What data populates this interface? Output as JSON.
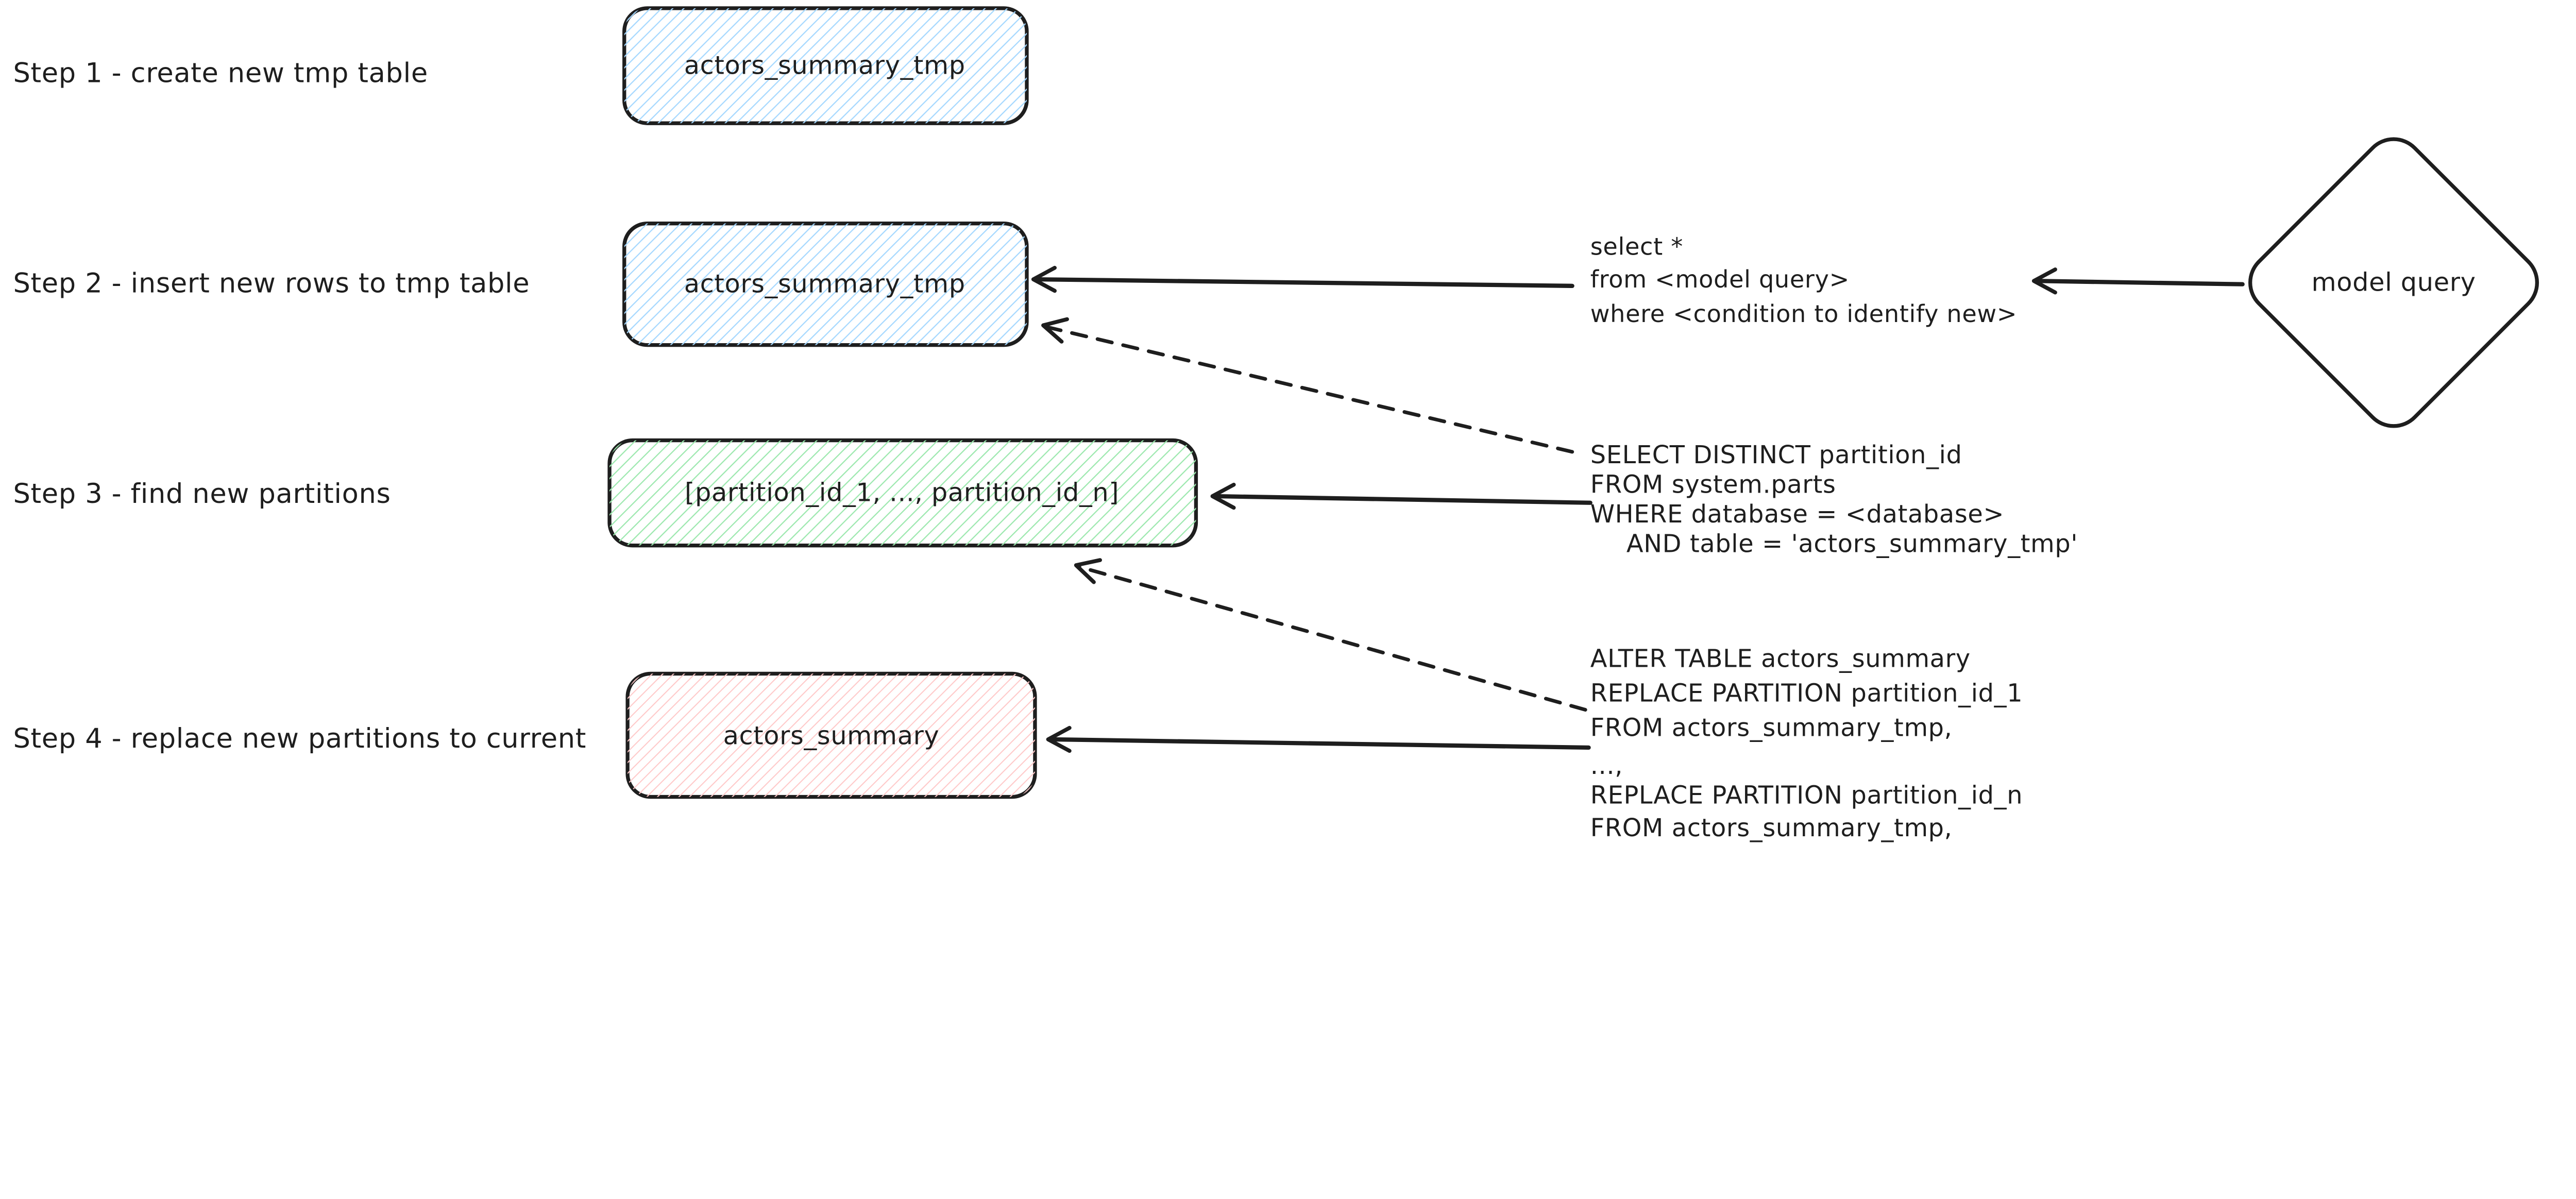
{
  "colors": {
    "stroke": "#1e1e1e",
    "blue_hatch": "#a5d8ff",
    "green_hatch": "#9ce8ae",
    "pink_hatch": "#ffc9c9",
    "background": "#ffffff"
  },
  "steps": [
    {
      "label": "Step 1 - create new tmp table",
      "box_label": "actors_summary_tmp",
      "box_color": "blue"
    },
    {
      "label": "Step 2 - insert new rows to tmp table",
      "box_label": "actors_summary_tmp",
      "box_color": "blue"
    },
    {
      "label": "Step 3 - find new partitions",
      "box_label": "[partition_id_1, ..., partition_id_n]",
      "box_color": "green"
    },
    {
      "label": "Step 4 - replace new partitions to current",
      "box_label": "actors_summary",
      "box_color": "pink"
    }
  ],
  "diamond": {
    "label": "model query"
  },
  "sql_blocks": [
    {
      "id": "insert-query",
      "lines": [
        "select *",
        "from <model query>",
        "where <condition to identify new>"
      ]
    },
    {
      "id": "partitions-query",
      "lines": [
        "SELECT DISTINCT partition_id",
        "FROM system.parts",
        "WHERE database = <database>",
        "AND table = 'actors_summary_tmp'"
      ]
    },
    {
      "id": "replace-query",
      "lines": [
        "ALTER TABLE actors_summary",
        "REPLACE PARTITION partition_id_1",
        "FROM actors_summary_tmp,",
        "...,",
        "REPLACE PARTITION partition_id_n",
        "FROM actors_summary_tmp,"
      ]
    }
  ]
}
